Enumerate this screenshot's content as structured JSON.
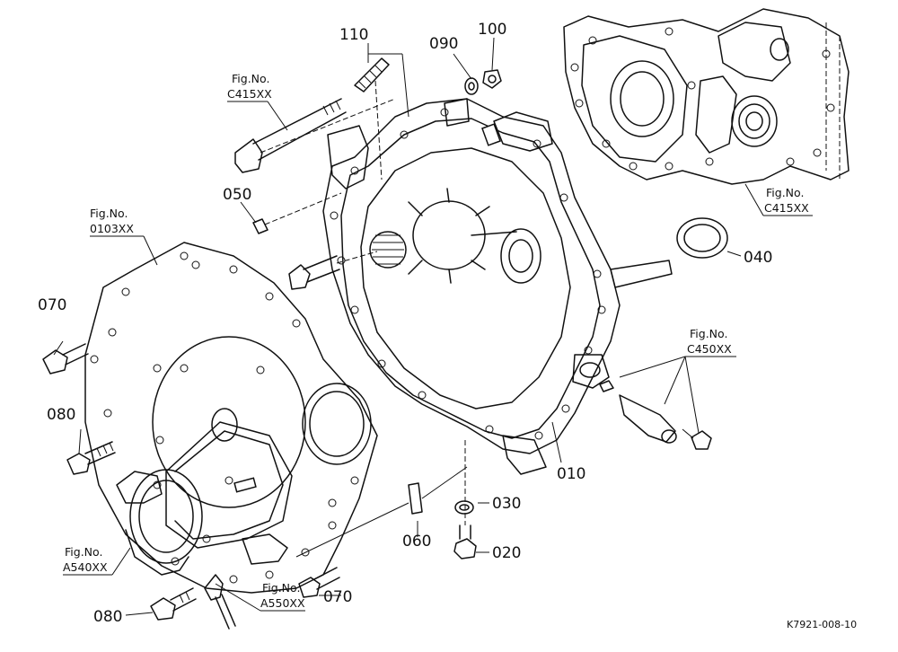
{
  "parts": {
    "p110": "110",
    "p090": "090",
    "p100": "100",
    "p050": "050",
    "p040": "040",
    "p070a": "070",
    "p080a": "080",
    "p010": "010",
    "p030": "030",
    "p060": "060",
    "p020": "020",
    "p070b": "070",
    "p080b": "080"
  },
  "figs": {
    "c415_top": {
      "line1": "Fig.No.",
      "line2": "C415XX"
    },
    "o103": {
      "line1": "Fig.No.",
      "line2": "0103XX"
    },
    "c415_right": {
      "line1": "Fig.No.",
      "line2": "C415XX"
    },
    "c450": {
      "line1": "Fig.No.",
      "line2": "C450XX"
    },
    "a540": {
      "line1": "Fig.No.",
      "line2": "A540XX"
    },
    "a550": {
      "line1": "Fig.No.",
      "line2": "A550XX"
    }
  },
  "drawing_code": "K7921-008-10"
}
